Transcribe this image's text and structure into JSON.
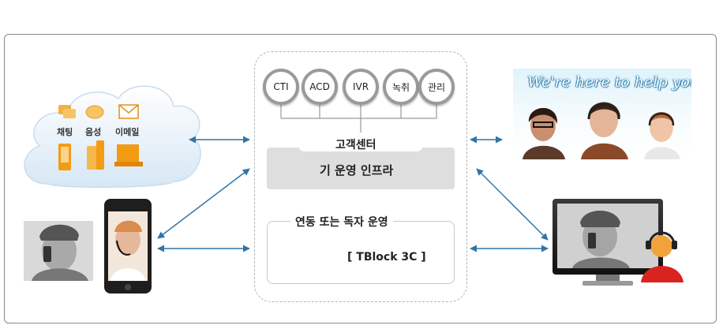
{
  "systems": {
    "items": [
      {
        "label": "CTI"
      },
      {
        "label": "ACD"
      },
      {
        "label": "IVR"
      },
      {
        "label": "녹취"
      },
      {
        "label": "관리"
      }
    ]
  },
  "center": {
    "call_center_label": "고객센터",
    "infra_label": "기 운영 인프라",
    "operation_label": "연동 또는 독자 운영",
    "product_label": "[ TBlock 3C ]"
  },
  "channels": {
    "chat": "채팅",
    "voice": "음성",
    "email": "이메일"
  },
  "banner": {
    "text": "We're here to help you !"
  },
  "colors": {
    "arrow": "#2f75a8",
    "ring": "#9a9a9a",
    "infra": "#dedede",
    "channel_icon": "#f39c12"
  }
}
